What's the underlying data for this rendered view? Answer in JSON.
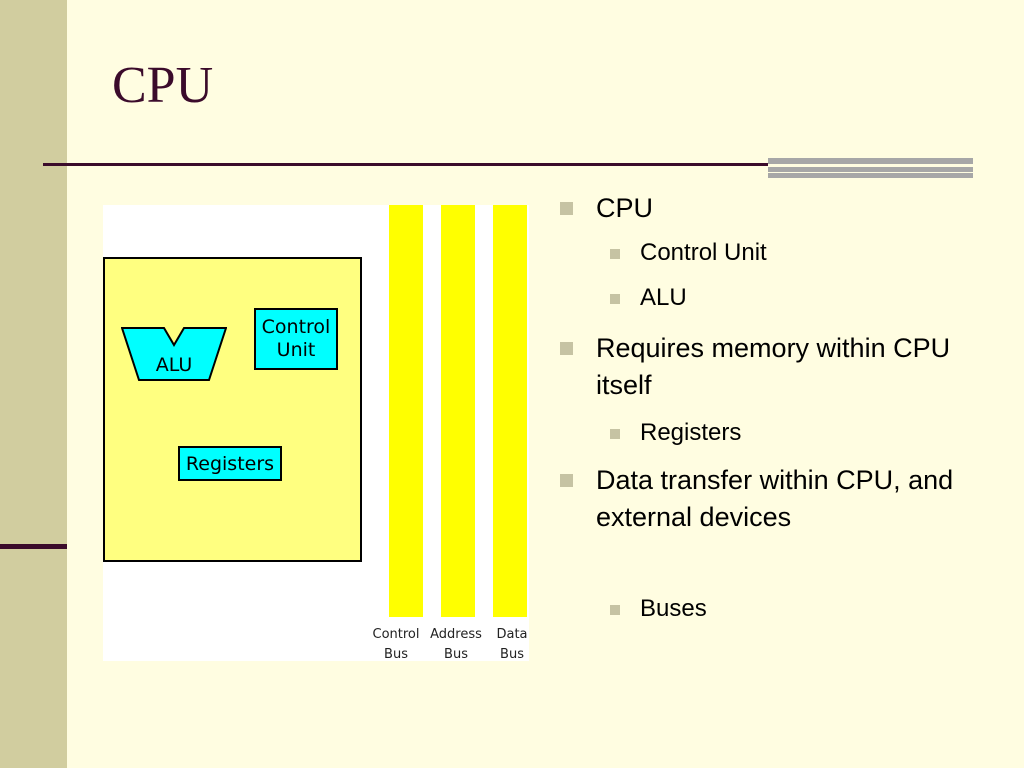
{
  "slide": {
    "title": "CPU"
  },
  "diagram": {
    "control_unit": "Control Unit",
    "alu": "ALU",
    "registers": "Registers",
    "buses": [
      {
        "line1": "Control",
        "line2": "Bus"
      },
      {
        "line1": "Address",
        "line2": "Bus"
      },
      {
        "line1": "Data",
        "line2": "Bus"
      }
    ]
  },
  "bullets": [
    {
      "level": 1,
      "text": "CPU"
    },
    {
      "level": 2,
      "text": "Control Unit"
    },
    {
      "level": 2,
      "text": "ALU"
    },
    {
      "level": 1,
      "text": "Requires memory within CPU itself"
    },
    {
      "level": 2,
      "text": "Registers"
    },
    {
      "level": 1,
      "text": "Data transfer within CPU, and external devices"
    },
    {
      "level": 2,
      "text": "Buses"
    }
  ],
  "colors": {
    "title": "#3b0b2b",
    "background": "#fffde1",
    "left_band": "#d1cd9f",
    "cpu_fill": "#ffff80",
    "component_fill": "#00ffff",
    "bus_fill": "#ffff00"
  }
}
